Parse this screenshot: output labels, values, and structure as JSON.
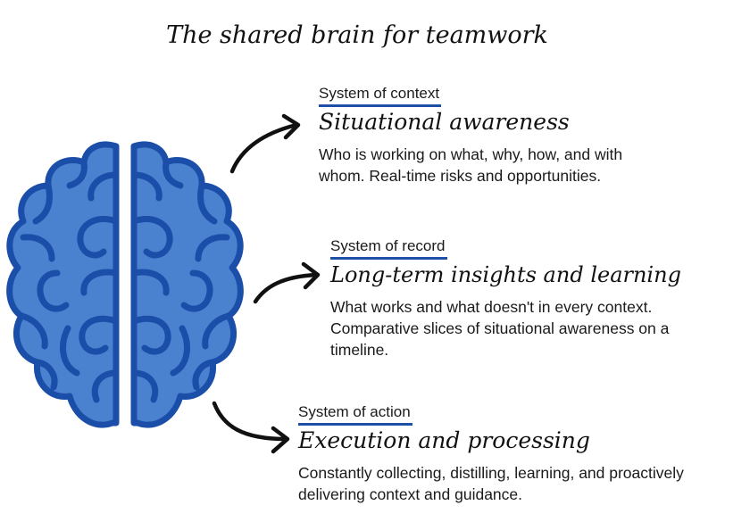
{
  "title": "The shared brain for teamwork",
  "colors": {
    "brain_fill": "#4a82cf",
    "brain_stroke": "#1a4ea8",
    "underline": "#1e4fa8",
    "text": "#111111"
  },
  "brain_icon": "brain-icon",
  "sections": [
    {
      "tag": "System of context",
      "heading": "Situational awareness",
      "description": "Who is working on what, why, how, and with whom. Real-time risks and opportunities."
    },
    {
      "tag": "System of record",
      "heading": "Long-term insights and learning",
      "description": "What works and what doesn't in every context. Comparative slices of situational awareness on a timeline."
    },
    {
      "tag": "System of action",
      "heading": "Execution and processing",
      "description": "Constantly collecting, distilling, learning, and proactively delivering context and guidance."
    }
  ]
}
